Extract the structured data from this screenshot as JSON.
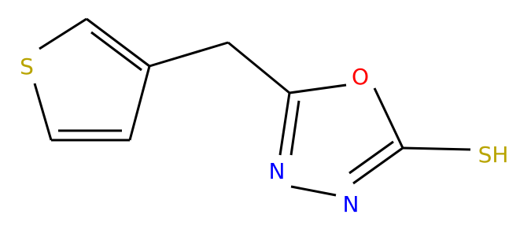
{
  "molecule": {
    "atoms": {
      "s_ring": {
        "text": "S",
        "color": "#b8a400"
      },
      "o_ring": {
        "text": "O",
        "color": "#ff0000"
      },
      "n3": {
        "text": "N",
        "color": "#0000ff"
      },
      "n4": {
        "text": "N",
        "color": "#0000ff"
      },
      "sh": {
        "text": "SH",
        "color": "#b8a400"
      }
    },
    "bond_color": "#000000"
  }
}
